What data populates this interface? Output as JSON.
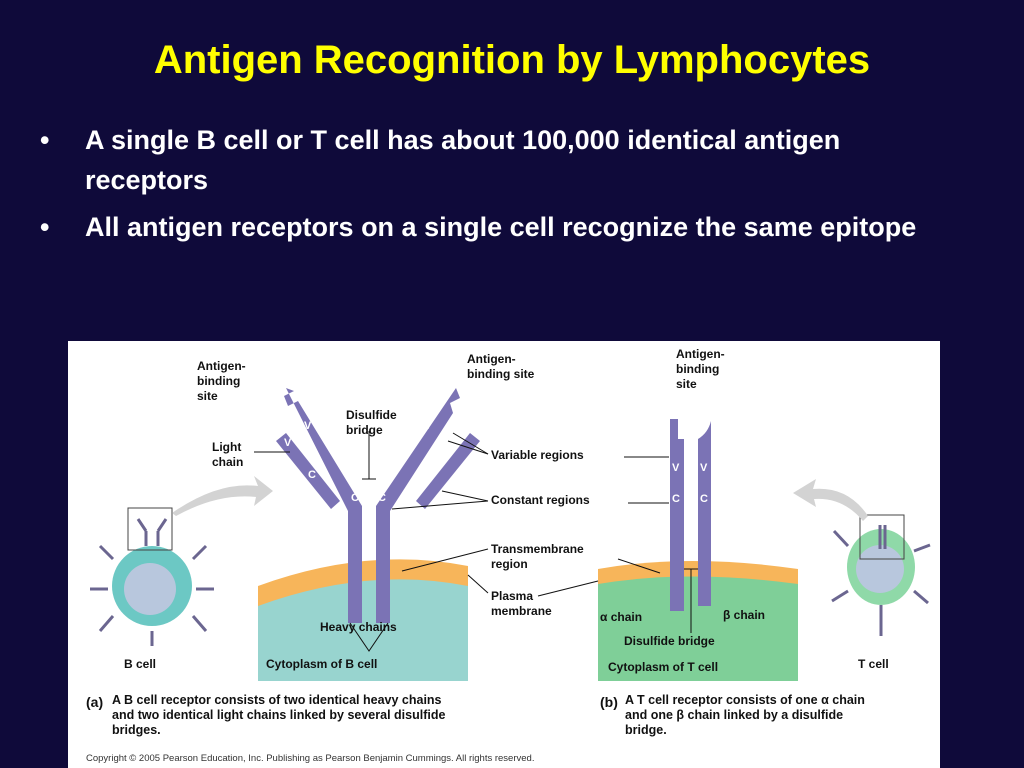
{
  "slide": {
    "title": "Antigen Recognition by Lymphocytes",
    "bullets": [
      "A single B cell or T cell has about 100,000 identical antigen receptors",
      "All antigen receptors on a single cell recognize the same epitope"
    ],
    "bullet_glyph": "•",
    "colors": {
      "background": "#0f0a3a",
      "title": "#ffff00",
      "text": "#ffffff"
    }
  },
  "figure": {
    "b_cell": {
      "antigen_binding_left": [
        "Antigen-",
        "binding",
        "site"
      ],
      "antigen_binding_right": [
        "Antigen-",
        "binding site"
      ],
      "light_chain": [
        "Light",
        "chain"
      ],
      "disulfide_bridge": [
        "Disulfide",
        "bridge"
      ],
      "variable_regions": "Variable regions",
      "constant_regions": "Constant regions",
      "transmembrane": [
        "Transmembrane",
        "region"
      ],
      "plasma_membrane": [
        "Plasma",
        "membrane"
      ],
      "heavy_chains": "Heavy chains",
      "cytoplasm": "Cytoplasm of B cell",
      "cell_label": "B cell",
      "caption_letter": "(a)",
      "caption": [
        "A B cell receptor consists of two identical heavy chains",
        "and two identical light chains linked by several disulfide",
        "bridges."
      ]
    },
    "t_cell": {
      "antigen_binding": [
        "Antigen-",
        "binding",
        "site"
      ],
      "alpha_chain": "α chain",
      "beta_chain": "β chain",
      "disulfide_bridge": "Disulfide bridge",
      "cytoplasm": "Cytoplasm of T cell",
      "cell_label": "T cell",
      "caption_letter": "(b)",
      "caption": [
        "A T cell receptor consists of one α chain",
        "and one β chain linked by a disulfide",
        "bridge."
      ]
    },
    "region_letters": {
      "variable": "V",
      "constant": "C"
    },
    "copyright": "Copyright © 2005 Pearson Education, Inc. Publishing as Pearson Benjamin Cummings. All rights reserved.",
    "colors": {
      "chain": "#7b73b5",
      "membrane": "#f7b55a",
      "b_cytoplasm": "#98d4cf",
      "t_cytoplasm": "#7fcf98",
      "arrow": "#d3d3d3"
    }
  }
}
